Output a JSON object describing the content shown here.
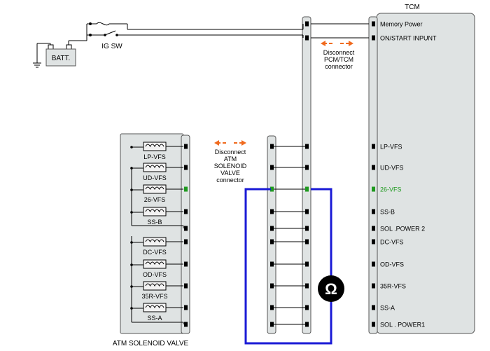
{
  "battery": {
    "label": "BATT."
  },
  "ignition": {
    "label": "IG SW"
  },
  "tcm": {
    "title": "TCM",
    "pins": [
      {
        "id": "memory-power",
        "label": "Memory Power"
      },
      {
        "id": "on-start",
        "label": "ON/START  INPUNT"
      },
      {
        "id": "lp-vfs",
        "label": "LP-VFS"
      },
      {
        "id": "ud-vfs",
        "label": "UD-VFS"
      },
      {
        "id": "26-vfs",
        "label": "26-VFS",
        "highlight": true
      },
      {
        "id": "ss-b",
        "label": "SS-B"
      },
      {
        "id": "sol-power-2",
        "label": "SOL .POWER 2"
      },
      {
        "id": "dc-vfs",
        "label": "DC-VFS"
      },
      {
        "id": "od-vfs",
        "label": "OD-VFS"
      },
      {
        "id": "35r-vfs",
        "label": "35R-VFS"
      },
      {
        "id": "ss-a",
        "label": "SS-A"
      },
      {
        "id": "sol-power-1",
        "label": "SOL . POWER1"
      }
    ]
  },
  "solenoid_block": {
    "title": "ATM SOLENOID VALVE",
    "coils": [
      {
        "id": "lp-vfs",
        "label": "LP-VFS"
      },
      {
        "id": "ud-vfs",
        "label": "UD-VFS"
      },
      {
        "id": "26-vfs",
        "label": "26-VFS"
      },
      {
        "id": "ss-b",
        "label": "SS-B"
      },
      {
        "id": "dc-vfs",
        "label": "DC-VFS"
      },
      {
        "id": "od-vfs",
        "label": "OD-VFS"
      },
      {
        "id": "35r-vfs",
        "label": "35R-VFS"
      },
      {
        "id": "ss-a",
        "label": "SS-A"
      }
    ]
  },
  "notes": {
    "pcm_connector": [
      "Disconnect",
      "PCM/TCM",
      "connector"
    ],
    "atm_connector": [
      "Disconnect",
      "ATM",
      "SOLENOID",
      "VALVE",
      "connector"
    ]
  },
  "meter": {
    "symbol": "Ω"
  },
  "colors": {
    "box_fill": "#dfe3e3",
    "wire": "#000000",
    "probe": "#1a1ad6",
    "highlight": "#1f9a1f",
    "arrow": "#f06a1e"
  }
}
